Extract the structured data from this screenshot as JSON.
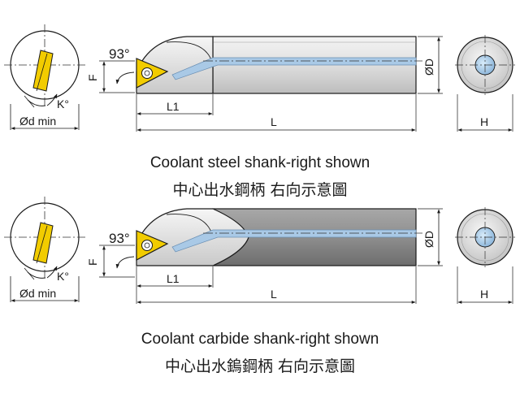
{
  "diagrams": [
    {
      "id": "steel",
      "labels": {
        "angle": "93°",
        "f": "F",
        "l1": "L1",
        "l": "L",
        "od": "ØD",
        "h": "H",
        "k": "K°",
        "dmin": "Ød min"
      },
      "caption_en": "Coolant steel shank-right shown",
      "caption_zh": "中心出水鋼柄  右向示意圖",
      "shank_color": "#d6d6d6"
    },
    {
      "id": "carbide",
      "labels": {
        "angle": "93°",
        "f": "F",
        "l1": "L1",
        "l": "L",
        "od": "ØD",
        "h": "H",
        "k": "K°",
        "dmin": "Ød min"
      },
      "caption_en": "Coolant carbide shank-right shown",
      "caption_zh": "中心出水鎢鋼柄  右向示意圖",
      "shank_color": "#8f8f8f"
    }
  ],
  "colors": {
    "insert": "#f2cc00",
    "coolant": "#a9c9e6",
    "line": "#1a1a1a"
  }
}
